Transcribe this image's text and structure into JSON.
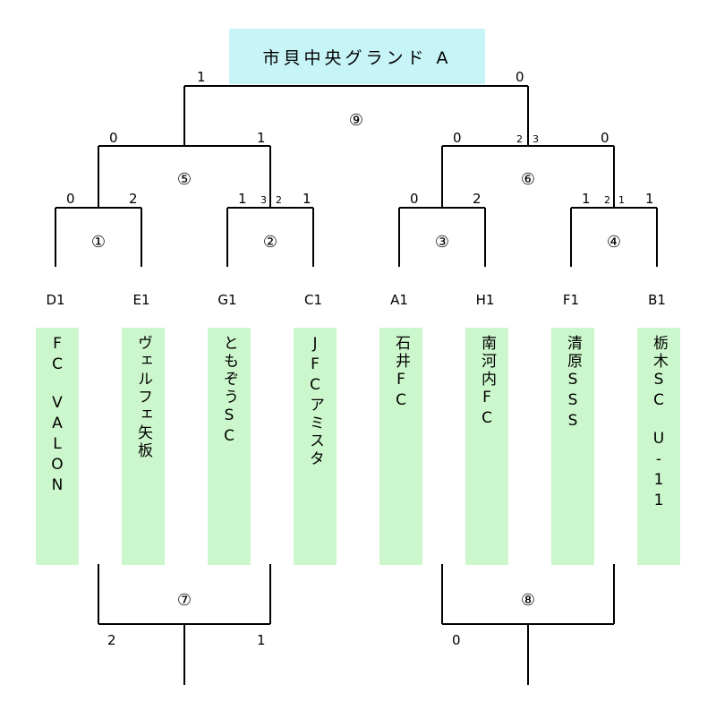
{
  "venue": "市貝中央グランド A",
  "teams": [
    {
      "code": "D1",
      "name": "FC　VALON"
    },
    {
      "code": "E1",
      "name": "ヴェルフェ矢板"
    },
    {
      "code": "G1",
      "name": "ともぞうSC"
    },
    {
      "code": "C1",
      "name": "JFCアミスタ"
    },
    {
      "code": "A1",
      "name": "石井FC"
    },
    {
      "code": "H1",
      "name": "南河内FC"
    },
    {
      "code": "F1",
      "name": "清原SSS"
    },
    {
      "code": "B1",
      "name": "栃木SC　U-11"
    }
  ],
  "matches": {
    "m1": {
      "label": "①",
      "left": "0",
      "right": "2"
    },
    "m2": {
      "label": "②",
      "left": "1",
      "right": "1",
      "pk_left": "3",
      "pk_right": "2"
    },
    "m3": {
      "label": "③",
      "left": "0",
      "right": "2"
    },
    "m4": {
      "label": "④",
      "left": "1",
      "right": "1",
      "pk_left": "2",
      "pk_right": "1"
    },
    "m5": {
      "label": "⑤",
      "left": "0",
      "right": "1"
    },
    "m6": {
      "label": "⑥",
      "left": "0",
      "right": "0",
      "pk_left": "2",
      "pk_right": "3"
    },
    "m9": {
      "label": "⑨",
      "left": "1",
      "right": "0"
    },
    "m7": {
      "label": "⑦",
      "left": "2",
      "right": "1"
    },
    "m8": {
      "label": "⑧",
      "left": "0"
    }
  }
}
